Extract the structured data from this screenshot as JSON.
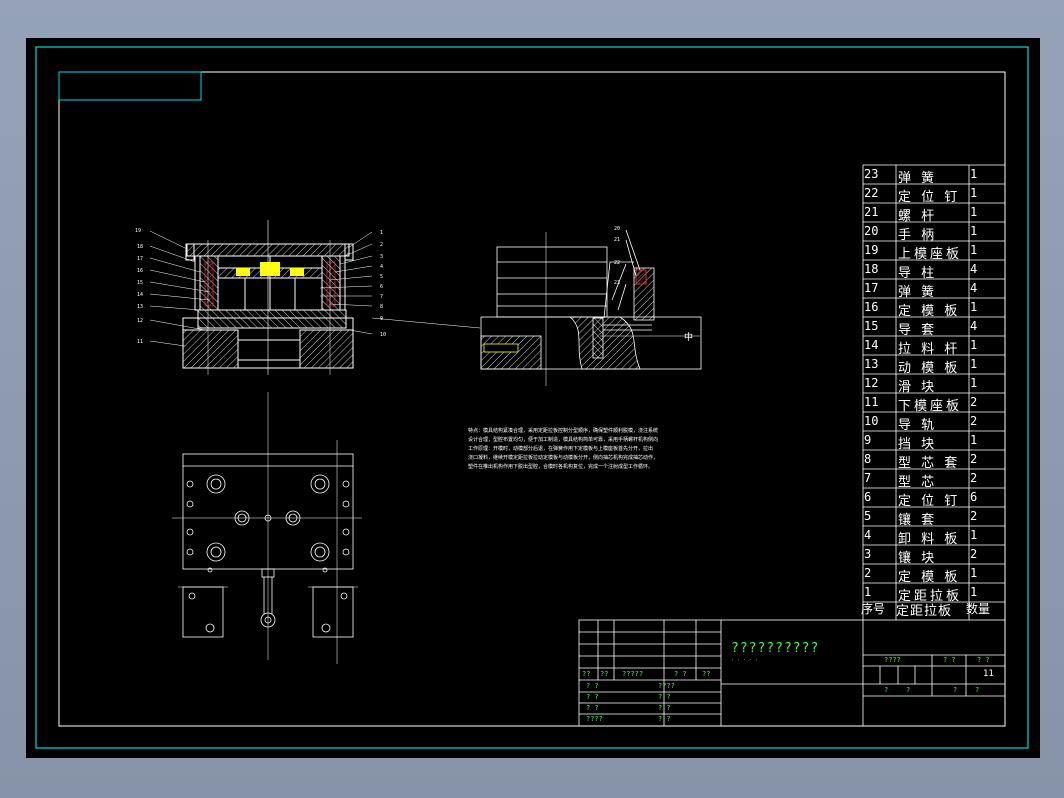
{
  "drawing": {
    "bom": [
      {
        "no": "23",
        "name": "弹 簧",
        "qty": "1"
      },
      {
        "no": "22",
        "name": "定 位 钉",
        "qty": "1"
      },
      {
        "no": "21",
        "name": "螺 杆",
        "qty": "1"
      },
      {
        "no": "20",
        "name": "手 柄",
        "qty": "1"
      },
      {
        "no": "19",
        "name": "上模座板",
        "qty": "1"
      },
      {
        "no": "18",
        "name": "导 柱",
        "qty": "4"
      },
      {
        "no": "17",
        "name": "弹 簧",
        "qty": "4"
      },
      {
        "no": "16",
        "name": "定 模 板",
        "qty": "1"
      },
      {
        "no": "15",
        "name": "导 套",
        "qty": "4"
      },
      {
        "no": "14",
        "name": "拉 料 杆",
        "qty": "1"
      },
      {
        "no": "13",
        "name": "动 模 板",
        "qty": "1"
      },
      {
        "no": "12",
        "name": "滑 块",
        "qty": "1"
      },
      {
        "no": "11",
        "name": "下模座板",
        "qty": "2"
      },
      {
        "no": "10",
        "name": "导 轨",
        "qty": "2"
      },
      {
        "no": "9",
        "name": "挡 块",
        "qty": "1"
      },
      {
        "no": "8",
        "name": "型 芯 套",
        "qty": "2"
      },
      {
        "no": "7",
        "name": "型 芯",
        "qty": "2"
      },
      {
        "no": "6",
        "name": "定 位 钉",
        "qty": "6"
      },
      {
        "no": "5",
        "name": "镶 套",
        "qty": "2"
      },
      {
        "no": "4",
        "name": "卸 料 板",
        "qty": "1"
      },
      {
        "no": "3",
        "name": "镶 块",
        "qty": "2"
      },
      {
        "no": "2",
        "name": "定 模 板",
        "qty": "1"
      },
      {
        "no": "1",
        "name": "定距拉板",
        "qty": "1"
      }
    ],
    "bom_header": {
      "no": "序号",
      "name": "定距拉板",
      "qty": "数量"
    },
    "title_block": {
      "drawing_title": "??????????",
      "title_dots": ". . . . .",
      "left_row1": [
        "??",
        "??",
        "?????",
        "? ?",
        "??"
      ],
      "left_col_a": [
        "? ?",
        "? ?",
        "? ?",
        "????"
      ],
      "left_col_b": [
        "????",
        "? ?",
        "? ?",
        "? ?"
      ],
      "right_row1": [
        "????",
        "? ?",
        "? ?"
      ],
      "right_sheet": "11",
      "right_row3": [
        "?",
        "?",
        "?",
        "?"
      ]
    },
    "tech_notes": [
      "特点：模具结构紧凑合理，采用定距拉板控制分型顺序，确保塑件顺利脱模，浇注系统",
      "设计合理，型腔布置均匀，便于加工制造，模具结构简单可靠，采用手柄螺杆机构侧向",
      "工作原理：开模时，动模部分后退，在弹簧作用下定模板与上模座板首先分开，拉出",
      "浇口凝料，继续开模定距拉板拉动定模板与动模板分开，侧向抽芯机构完成抽芯动作，",
      "塑件在推出机构作用下脱出型腔，合模时各机构复位，完成一个注射成型工作循环。"
    ],
    "callouts_left": [
      "19",
      "18",
      "17",
      "16",
      "15",
      "14",
      "13",
      "12",
      "11"
    ],
    "callouts_right": [
      "1",
      "2",
      "3",
      "4",
      "5",
      "6",
      "7",
      "8",
      "9",
      "10"
    ],
    "callouts_side": [
      "20",
      "21",
      "22",
      "23"
    ],
    "side_view_label": "中"
  }
}
